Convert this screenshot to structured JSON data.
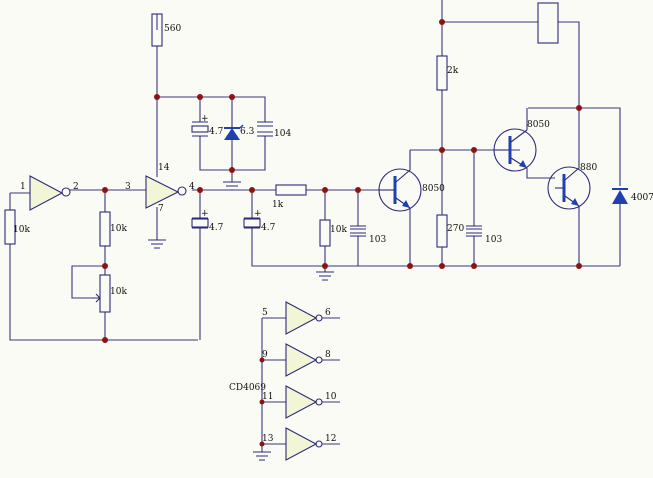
{
  "labels": {
    "r_top": "560",
    "r_in": "10k",
    "r_mid": "10k",
    "pot": "10k",
    "r_2k": "2k",
    "r_1k": "1k",
    "r_out": "10k",
    "r_270": "270",
    "c_top": "4.7",
    "zener": "6.3",
    "c104": "104",
    "c_mid": "4.7",
    "c_series": "4.7",
    "c103a": "103",
    "c103b": "103",
    "q1": "8050",
    "q2": "8050",
    "q3": "880",
    "diode": "4007",
    "chip": "CD4069",
    "p1": "1",
    "p2": "2",
    "p3": "3",
    "p4": "4",
    "p5": "5",
    "p6": "6",
    "p7": "7",
    "p8": "8",
    "p9": "9",
    "p10": "10",
    "p11": "11",
    "p12": "12",
    "p13": "13",
    "p14": "14"
  },
  "colors": {
    "wire": "#39377a",
    "junction": "#8a1414",
    "gate_fill": "#f2f6d6"
  }
}
